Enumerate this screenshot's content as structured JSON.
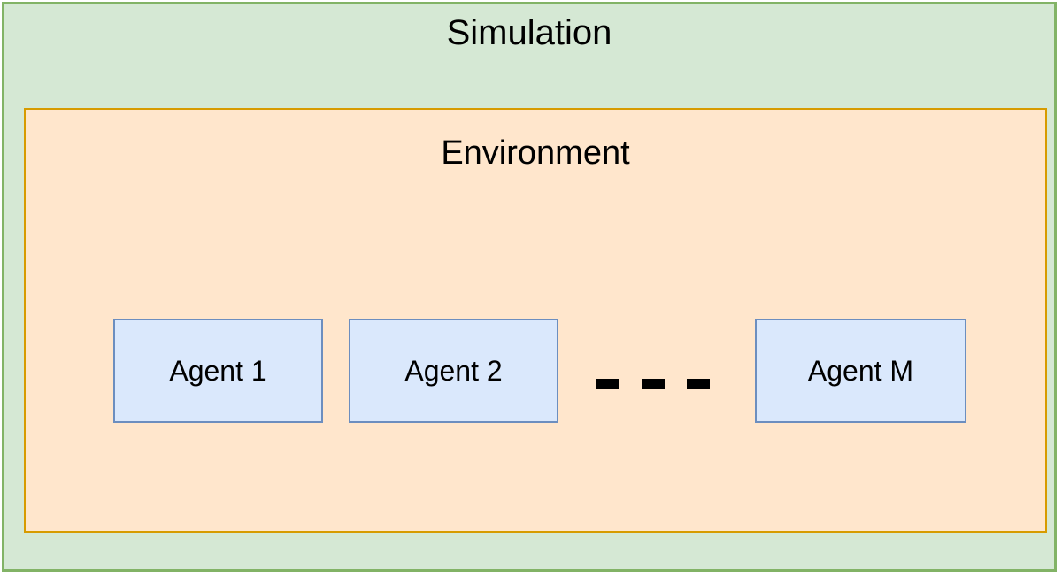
{
  "diagram": {
    "simulation": {
      "title": "Simulation",
      "fill_color": "#D5E8D4",
      "border_color": "#82B366"
    },
    "environment": {
      "title": "Environment",
      "fill_color": "#FFE6CC",
      "border_color": "#D79B00"
    },
    "agents": {
      "fill_color": "#DAE8FC",
      "border_color": "#6C8EBF",
      "items": [
        {
          "label": "Agent 1"
        },
        {
          "label": "Agent 2"
        },
        {
          "label": "Agent M"
        }
      ],
      "ellipsis": {
        "name": "horizontal-ellipsis",
        "dash_count": 3,
        "color": "#000000"
      }
    }
  }
}
